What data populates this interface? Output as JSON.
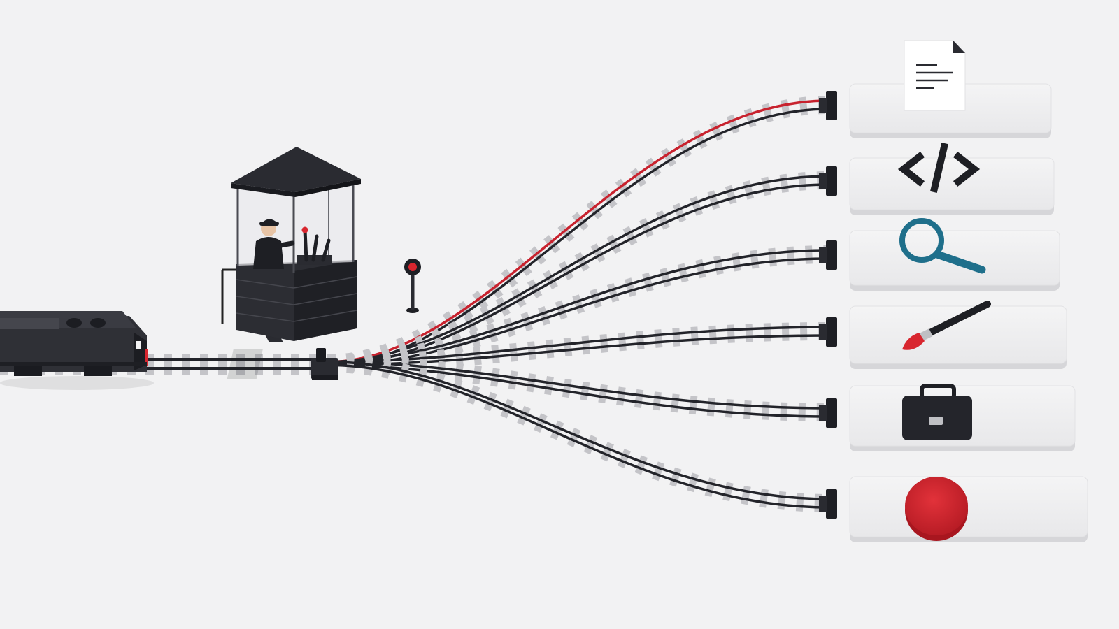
{
  "scene": {
    "background": "#f2f2f3",
    "track_color": "#23242a",
    "sleeper_color": "#c4c4c8",
    "active_route_color": "#c8222e",
    "platform_color": "#ebebec"
  },
  "switch": {
    "active_route": "document",
    "operator": "switch-operator",
    "signal_light": "red"
  },
  "routes": [
    {
      "id": "document",
      "icon": "document-icon",
      "active": true
    },
    {
      "id": "code",
      "icon": "code-icon",
      "active": false
    },
    {
      "id": "search",
      "icon": "search-icon",
      "active": false
    },
    {
      "id": "paint",
      "icon": "paintbrush-icon",
      "active": false
    },
    {
      "id": "briefcase",
      "icon": "briefcase-icon",
      "active": false
    },
    {
      "id": "stop",
      "icon": "stop-button-icon",
      "active": false
    }
  ],
  "icon_colors": {
    "search": "#1f6f8b",
    "paint_tip": "#d8262f",
    "stop": "#d8262f"
  }
}
